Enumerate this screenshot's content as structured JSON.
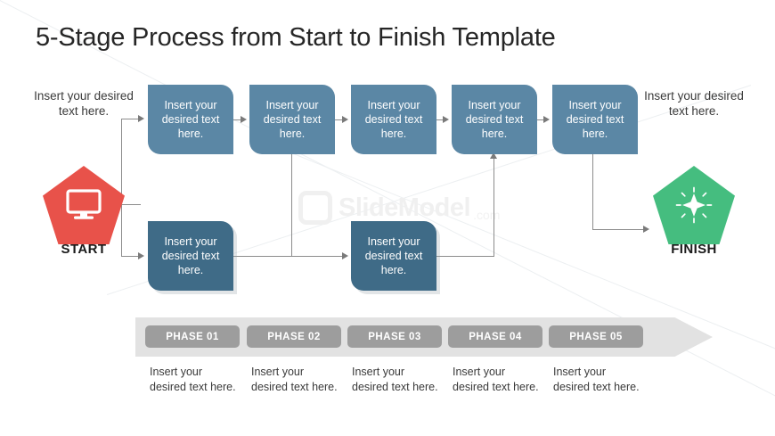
{
  "slide": {
    "title": "5-Stage Process from Start to Finish Template",
    "watermark": {
      "brand": "SlideModel",
      "tld": ".com",
      "logo_icon": "rounded-square-logo-icon"
    }
  },
  "colors": {
    "start": "#e8524a",
    "finish": "#45bd7f",
    "box_top": "#5b87a5",
    "box_bottom": "#3f6b87",
    "phase_bar": "#e2e2e2",
    "phase_chip": "#9d9d9d",
    "connector": "#8c8c8c",
    "title_text": "#262626"
  },
  "start_node": {
    "label": "START",
    "caption": "Insert your desired text here.",
    "icon": "monitor-icon"
  },
  "finish_node": {
    "label": "FINISH",
    "caption": "Insert your desired text here.",
    "icon": "sparkle-star-icon"
  },
  "top_boxes": [
    {
      "text": "Insert your desired text here."
    },
    {
      "text": "Insert your desired text here."
    },
    {
      "text": "Insert your desired text here."
    },
    {
      "text": "Insert your desired text here."
    },
    {
      "text": "Insert your desired text here."
    }
  ],
  "bottom_boxes": [
    {
      "text": "Insert your desired text here."
    },
    {
      "text": "Insert your desired text here."
    }
  ],
  "phases": [
    {
      "label": "PHASE 01",
      "description": "Insert your desired text here."
    },
    {
      "label": "PHASE 02",
      "description": "Insert your desired text here."
    },
    {
      "label": "PHASE 03",
      "description": "Insert your desired text here."
    },
    {
      "label": "PHASE 04",
      "description": "Insert your desired text here."
    },
    {
      "label": "PHASE 05",
      "description": "Insert your desired text here."
    }
  ]
}
